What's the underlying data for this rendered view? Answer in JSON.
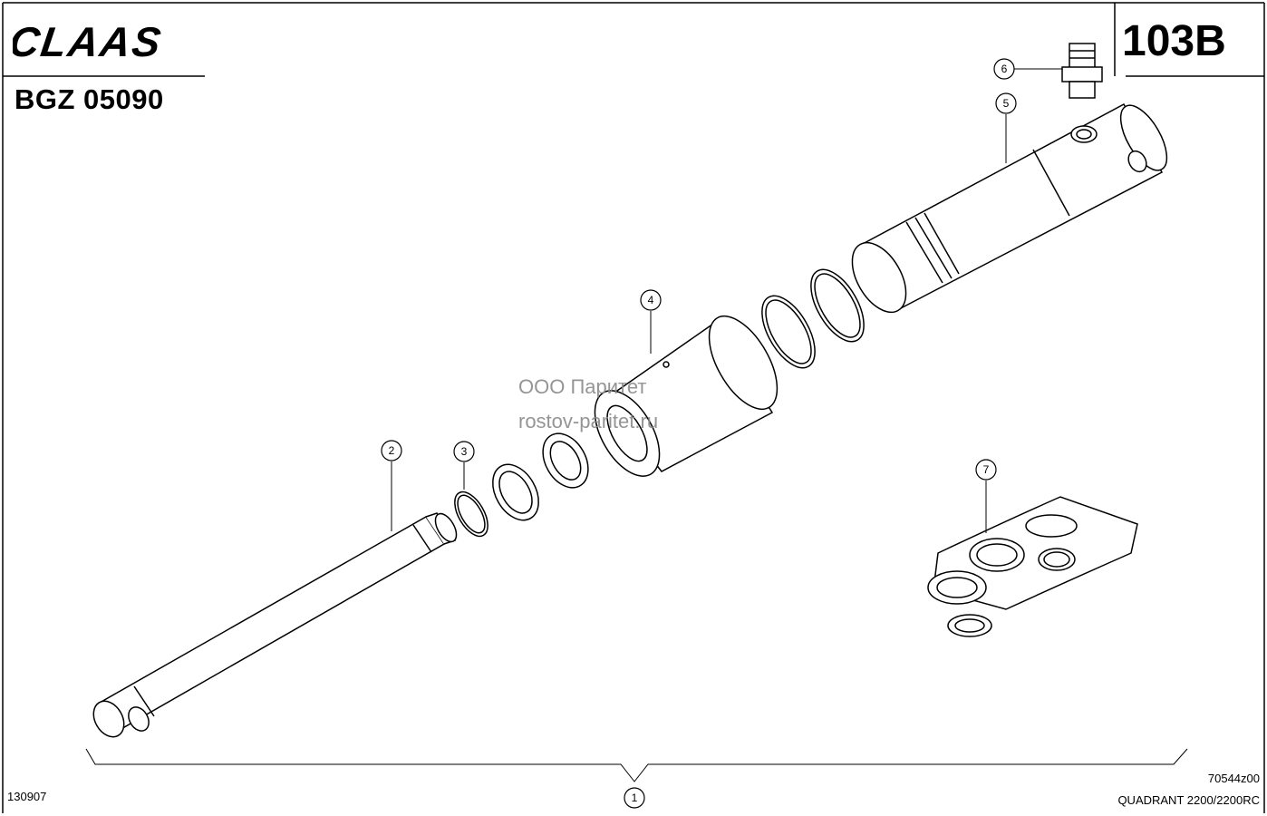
{
  "header": {
    "brand": "CLAAS",
    "doc_id": "BGZ 05090",
    "page_number": "103B"
  },
  "footer": {
    "date_code": "130907",
    "drawing_number": "70544z00",
    "model": "QUADRANT 2200/2200RC"
  },
  "watermark": {
    "line1": "ООО Паритет",
    "line2": "rostov-paritet.ru"
  },
  "callouts": {
    "c1": "1",
    "c2": "2",
    "c3": "3",
    "c4": "4",
    "c5": "5",
    "c6": "6",
    "c7": "7"
  }
}
